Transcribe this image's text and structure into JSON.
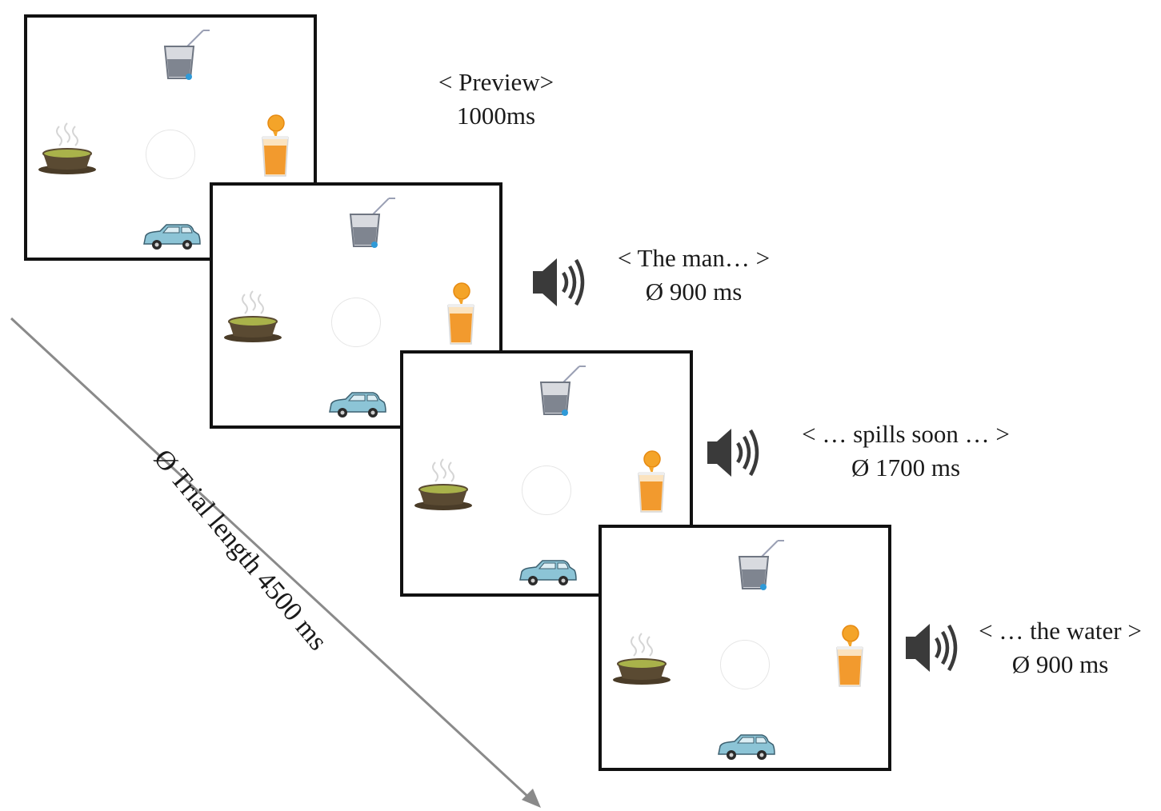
{
  "frames": [
    {
      "id": "preview"
    },
    {
      "id": "segment-1"
    },
    {
      "id": "segment-2"
    },
    {
      "id": "segment-3"
    }
  ],
  "labels": [
    {
      "phrase": "< Preview>",
      "duration": "1000ms"
    },
    {
      "phrase": "< The man… >",
      "duration": "Ø 900 ms"
    },
    {
      "phrase": "< … spills soon … >",
      "duration": "Ø 1700 ms"
    },
    {
      "phrase": "< … the water >",
      "duration": "Ø 900 ms"
    }
  ],
  "trial": {
    "label": "Ø Trial length 4500 ms"
  },
  "icons": {
    "water": "water-glass-icon",
    "juice": "orange-juice-icon",
    "soup": "soup-bowl-icon",
    "car": "car-icon",
    "speaker": "speaker-icon"
  },
  "colors": {
    "juice": "#f29a2e",
    "car": "#8cc4d6",
    "soup": "#5a4a32",
    "broth": "#a9b24a",
    "arrow": "#8a8a8a"
  }
}
